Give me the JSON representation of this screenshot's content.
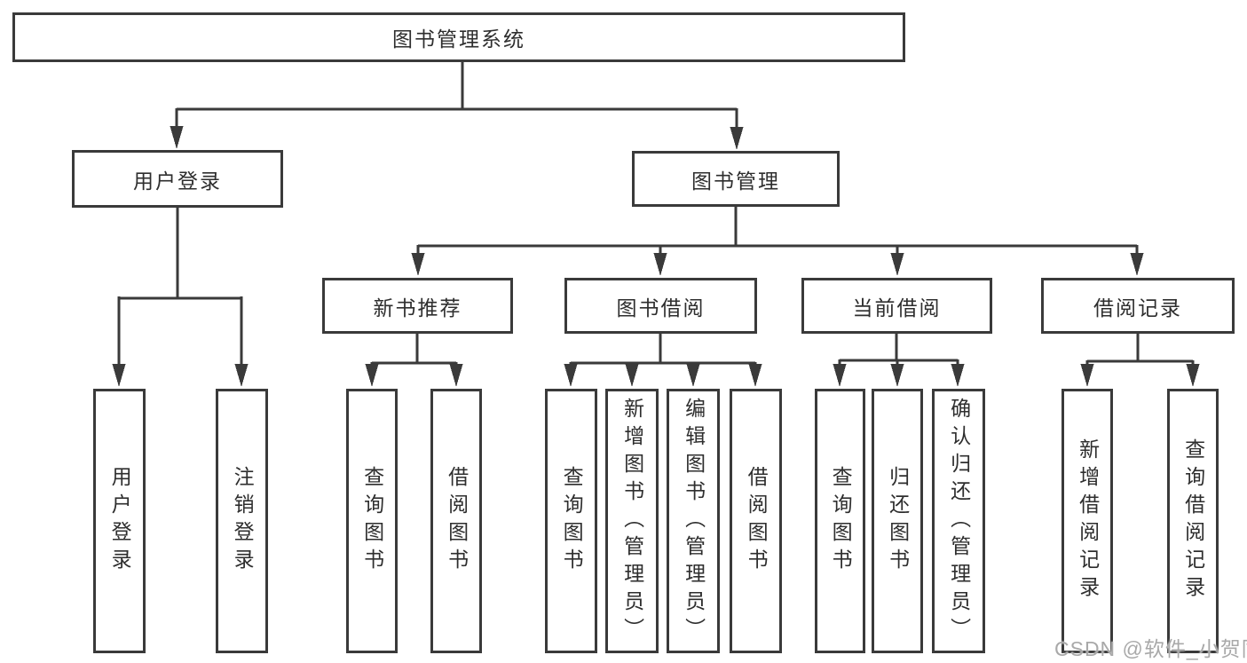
{
  "diagram": {
    "title": "图书管理系统",
    "branches": {
      "user_login": {
        "label": "用户登录",
        "children": {
          "login": "用户登录",
          "logout": "注销登录"
        }
      },
      "book_management": {
        "label": "图书管理",
        "sections": {
          "new_book_recommend": {
            "label": "新书推荐",
            "children": {
              "query_books": "查询图书",
              "borrow_books": "借阅图书"
            }
          },
          "book_borrowing": {
            "label": "图书借阅",
            "children": {
              "query_books": "查询图书",
              "add_books_admin": "新增图书（管理员）",
              "edit_books_admin": "编辑图书（管理员）",
              "borrow_books": "借阅图书"
            }
          },
          "current_borrowing": {
            "label": "当前借阅",
            "children": {
              "query_books": "查询图书",
              "return_books": "归还图书",
              "confirm_return_admin": "确认归还（管理员）"
            }
          },
          "borrow_records": {
            "label": "借阅记录",
            "children": {
              "add_borrow_record": "新增借阅记录",
              "query_borrow_record": "查询借阅记录"
            }
          }
        }
      }
    }
  },
  "watermark": {
    "text": "CSDN @软件_小贺同学"
  },
  "colors": {
    "line": "#3a3a3a",
    "text": "#2e2e2e",
    "watermark": "#a9a9a9",
    "background": "#ffffff"
  }
}
